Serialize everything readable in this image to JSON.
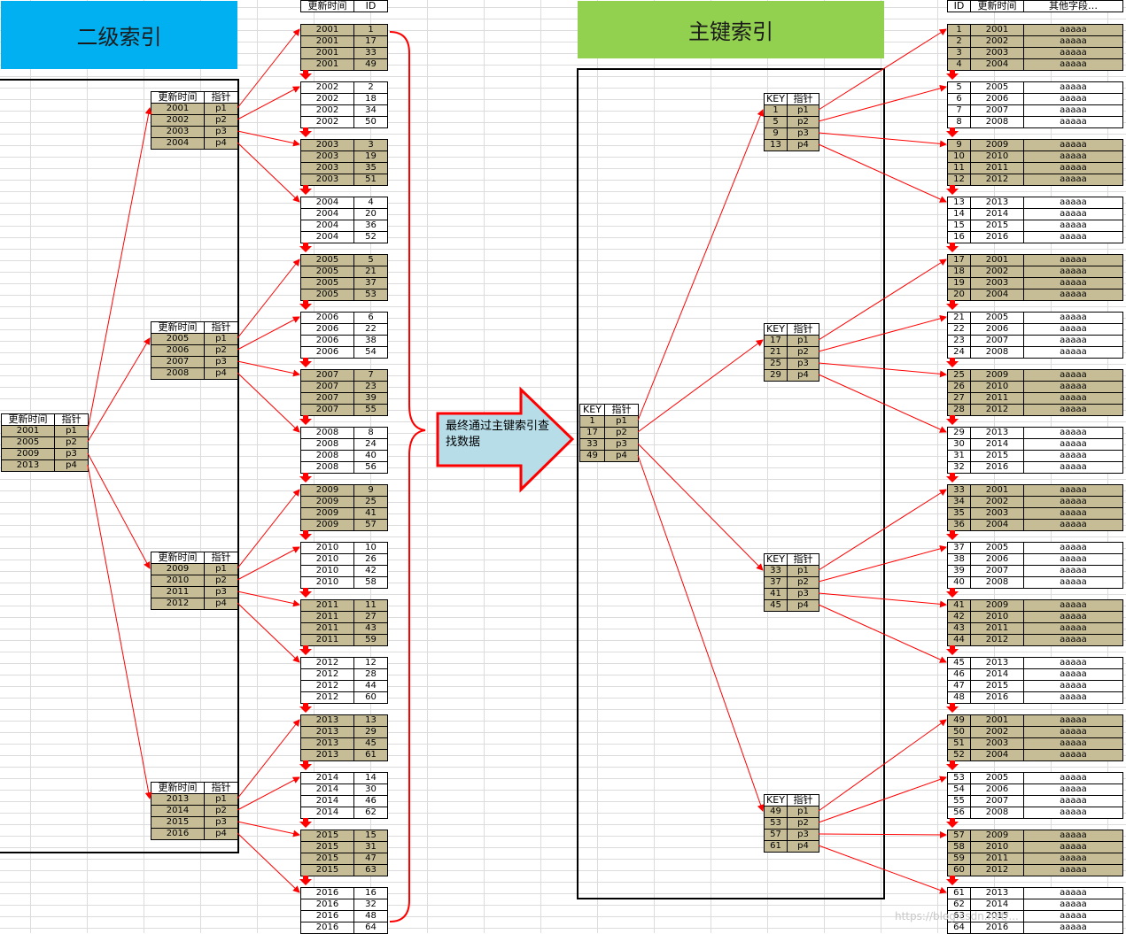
{
  "labels": {
    "secondary_index": "二级索引",
    "primary_index": "主键索引",
    "callout": "最终通过主键索引查找数据",
    "watermark": "https://blog.csdn.net/..."
  },
  "colors": {
    "secondary_banner": "#00b0f0",
    "primary_banner": "#92d050",
    "shaded_row": "#c6bd97",
    "arrow": "#ff0000",
    "callout_fill": "#b7dde8",
    "callout_border": "#ff0000"
  },
  "icons": {
    "block_link": "red-down-arrow-icon",
    "pointer_link": "red-arrow-icon"
  },
  "secondary": {
    "root": {
      "headers": [
        "更新时间",
        "指针"
      ],
      "rows": [
        [
          "2001",
          "p1"
        ],
        [
          "2005",
          "p2"
        ],
        [
          "2009",
          "p3"
        ],
        [
          "2013",
          "p4"
        ]
      ]
    },
    "nodes": [
      {
        "headers": [
          "更新时间",
          "指针"
        ],
        "rows": [
          [
            "2001",
            "p1"
          ],
          [
            "2002",
            "p2"
          ],
          [
            "2003",
            "p3"
          ],
          [
            "2004",
            "p4"
          ]
        ]
      },
      {
        "headers": [
          "更新时间",
          "指针"
        ],
        "rows": [
          [
            "2005",
            "p1"
          ],
          [
            "2006",
            "p2"
          ],
          [
            "2007",
            "p3"
          ],
          [
            "2008",
            "p4"
          ]
        ]
      },
      {
        "headers": [
          "更新时间",
          "指针"
        ],
        "rows": [
          [
            "2009",
            "p1"
          ],
          [
            "2010",
            "p2"
          ],
          [
            "2011",
            "p3"
          ],
          [
            "2012",
            "p4"
          ]
        ]
      },
      {
        "headers": [
          "更新时间",
          "指针"
        ],
        "rows": [
          [
            "2013",
            "p1"
          ],
          [
            "2014",
            "p2"
          ],
          [
            "2015",
            "p3"
          ],
          [
            "2016",
            "p4"
          ]
        ]
      }
    ],
    "leaf_headers": [
      "更新时间",
      "ID"
    ],
    "leaves": [
      [
        [
          "2001",
          "1"
        ],
        [
          "2001",
          "17"
        ],
        [
          "2001",
          "33"
        ],
        [
          "2001",
          "49"
        ]
      ],
      [
        [
          "2002",
          "2"
        ],
        [
          "2002",
          "18"
        ],
        [
          "2002",
          "34"
        ],
        [
          "2002",
          "50"
        ]
      ],
      [
        [
          "2003",
          "3"
        ],
        [
          "2003",
          "19"
        ],
        [
          "2003",
          "35"
        ],
        [
          "2003",
          "51"
        ]
      ],
      [
        [
          "2004",
          "4"
        ],
        [
          "2004",
          "20"
        ],
        [
          "2004",
          "36"
        ],
        [
          "2004",
          "52"
        ]
      ],
      [
        [
          "2005",
          "5"
        ],
        [
          "2005",
          "21"
        ],
        [
          "2005",
          "37"
        ],
        [
          "2005",
          "53"
        ]
      ],
      [
        [
          "2006",
          "6"
        ],
        [
          "2006",
          "22"
        ],
        [
          "2006",
          "38"
        ],
        [
          "2006",
          "54"
        ]
      ],
      [
        [
          "2007",
          "7"
        ],
        [
          "2007",
          "23"
        ],
        [
          "2007",
          "39"
        ],
        [
          "2007",
          "55"
        ]
      ],
      [
        [
          "2008",
          "8"
        ],
        [
          "2008",
          "24"
        ],
        [
          "2008",
          "40"
        ],
        [
          "2008",
          "56"
        ]
      ],
      [
        [
          "2009",
          "9"
        ],
        [
          "2009",
          "25"
        ],
        [
          "2009",
          "41"
        ],
        [
          "2009",
          "57"
        ]
      ],
      [
        [
          "2010",
          "10"
        ],
        [
          "2010",
          "26"
        ],
        [
          "2010",
          "42"
        ],
        [
          "2010",
          "58"
        ]
      ],
      [
        [
          "2011",
          "11"
        ],
        [
          "2011",
          "27"
        ],
        [
          "2011",
          "43"
        ],
        [
          "2011",
          "59"
        ]
      ],
      [
        [
          "2012",
          "12"
        ],
        [
          "2012",
          "28"
        ],
        [
          "2012",
          "44"
        ],
        [
          "2012",
          "60"
        ]
      ],
      [
        [
          "2013",
          "13"
        ],
        [
          "2013",
          "29"
        ],
        [
          "2013",
          "45"
        ],
        [
          "2013",
          "61"
        ]
      ],
      [
        [
          "2014",
          "14"
        ],
        [
          "2014",
          "30"
        ],
        [
          "2014",
          "46"
        ],
        [
          "2014",
          "62"
        ]
      ],
      [
        [
          "2015",
          "15"
        ],
        [
          "2015",
          "31"
        ],
        [
          "2015",
          "47"
        ],
        [
          "2015",
          "63"
        ]
      ],
      [
        [
          "2016",
          "16"
        ],
        [
          "2016",
          "32"
        ],
        [
          "2016",
          "48"
        ],
        [
          "2016",
          "64"
        ]
      ]
    ]
  },
  "primary": {
    "root": {
      "headers": [
        "KEY",
        "指针"
      ],
      "rows": [
        [
          "1",
          "p1"
        ],
        [
          "17",
          "p2"
        ],
        [
          "33",
          "p3"
        ],
        [
          "49",
          "p4"
        ]
      ]
    },
    "nodes": [
      {
        "headers": [
          "KEY",
          "指针"
        ],
        "rows": [
          [
            "1",
            "p1"
          ],
          [
            "5",
            "p2"
          ],
          [
            "9",
            "p3"
          ],
          [
            "13",
            "p4"
          ]
        ]
      },
      {
        "headers": [
          "KEY",
          "指针"
        ],
        "rows": [
          [
            "17",
            "p1"
          ],
          [
            "21",
            "p2"
          ],
          [
            "25",
            "p3"
          ],
          [
            "29",
            "p4"
          ]
        ]
      },
      {
        "headers": [
          "KEY",
          "指针"
        ],
        "rows": [
          [
            "33",
            "p1"
          ],
          [
            "37",
            "p2"
          ],
          [
            "41",
            "p3"
          ],
          [
            "45",
            "p4"
          ]
        ]
      },
      {
        "headers": [
          "KEY",
          "指针"
        ],
        "rows": [
          [
            "49",
            "p1"
          ],
          [
            "53",
            "p2"
          ],
          [
            "57",
            "p3"
          ],
          [
            "61",
            "p4"
          ]
        ]
      }
    ],
    "leaf_headers": [
      "ID",
      "更新时间",
      "其他字段…"
    ],
    "leaves": [
      [
        [
          "1",
          "2001",
          "aaaaa"
        ],
        [
          "2",
          "2002",
          "aaaaa"
        ],
        [
          "3",
          "2003",
          "aaaaa"
        ],
        [
          "4",
          "2004",
          "aaaaa"
        ]
      ],
      [
        [
          "5",
          "2005",
          "aaaaa"
        ],
        [
          "6",
          "2006",
          "aaaaa"
        ],
        [
          "7",
          "2007",
          "aaaaa"
        ],
        [
          "8",
          "2008",
          "aaaaa"
        ]
      ],
      [
        [
          "9",
          "2009",
          "aaaaa"
        ],
        [
          "10",
          "2010",
          "aaaaa"
        ],
        [
          "11",
          "2011",
          "aaaaa"
        ],
        [
          "12",
          "2012",
          "aaaaa"
        ]
      ],
      [
        [
          "13",
          "2013",
          "aaaaa"
        ],
        [
          "14",
          "2014",
          "aaaaa"
        ],
        [
          "15",
          "2015",
          "aaaaa"
        ],
        [
          "16",
          "2016",
          "aaaaa"
        ]
      ],
      [
        [
          "17",
          "2001",
          "aaaaa"
        ],
        [
          "18",
          "2002",
          "aaaaa"
        ],
        [
          "19",
          "2003",
          "aaaaa"
        ],
        [
          "20",
          "2004",
          "aaaaa"
        ]
      ],
      [
        [
          "21",
          "2005",
          "aaaaa"
        ],
        [
          "22",
          "2006",
          "aaaaa"
        ],
        [
          "23",
          "2007",
          "aaaaa"
        ],
        [
          "24",
          "2008",
          "aaaaa"
        ]
      ],
      [
        [
          "25",
          "2009",
          "aaaaa"
        ],
        [
          "26",
          "2010",
          "aaaaa"
        ],
        [
          "27",
          "2011",
          "aaaaa"
        ],
        [
          "28",
          "2012",
          "aaaaa"
        ]
      ],
      [
        [
          "29",
          "2013",
          "aaaaa"
        ],
        [
          "30",
          "2014",
          "aaaaa"
        ],
        [
          "31",
          "2015",
          "aaaaa"
        ],
        [
          "32",
          "2016",
          "aaaaa"
        ]
      ],
      [
        [
          "33",
          "2001",
          "aaaaa"
        ],
        [
          "34",
          "2002",
          "aaaaa"
        ],
        [
          "35",
          "2003",
          "aaaaa"
        ],
        [
          "36",
          "2004",
          "aaaaa"
        ]
      ],
      [
        [
          "37",
          "2005",
          "aaaaa"
        ],
        [
          "38",
          "2006",
          "aaaaa"
        ],
        [
          "39",
          "2007",
          "aaaaa"
        ],
        [
          "40",
          "2008",
          "aaaaa"
        ]
      ],
      [
        [
          "41",
          "2009",
          "aaaaa"
        ],
        [
          "42",
          "2010",
          "aaaaa"
        ],
        [
          "43",
          "2011",
          "aaaaa"
        ],
        [
          "44",
          "2012",
          "aaaaa"
        ]
      ],
      [
        [
          "45",
          "2013",
          "aaaaa"
        ],
        [
          "46",
          "2014",
          "aaaaa"
        ],
        [
          "47",
          "2015",
          "aaaaa"
        ],
        [
          "48",
          "2016",
          "aaaaa"
        ]
      ],
      [
        [
          "49",
          "2001",
          "aaaaa"
        ],
        [
          "50",
          "2002",
          "aaaaa"
        ],
        [
          "51",
          "2003",
          "aaaaa"
        ],
        [
          "52",
          "2004",
          "aaaaa"
        ]
      ],
      [
        [
          "53",
          "2005",
          "aaaaa"
        ],
        [
          "54",
          "2006",
          "aaaaa"
        ],
        [
          "55",
          "2007",
          "aaaaa"
        ],
        [
          "56",
          "2008",
          "aaaaa"
        ]
      ],
      [
        [
          "57",
          "2009",
          "aaaaa"
        ],
        [
          "58",
          "2010",
          "aaaaa"
        ],
        [
          "59",
          "2011",
          "aaaaa"
        ],
        [
          "60",
          "2012",
          "aaaaa"
        ]
      ],
      [
        [
          "61",
          "2013",
          "aaaaa"
        ],
        [
          "62",
          "2014",
          "aaaaa"
        ],
        [
          "63",
          "2015",
          "aaaaa"
        ],
        [
          "64",
          "2016",
          "aaaaa"
        ]
      ]
    ]
  }
}
